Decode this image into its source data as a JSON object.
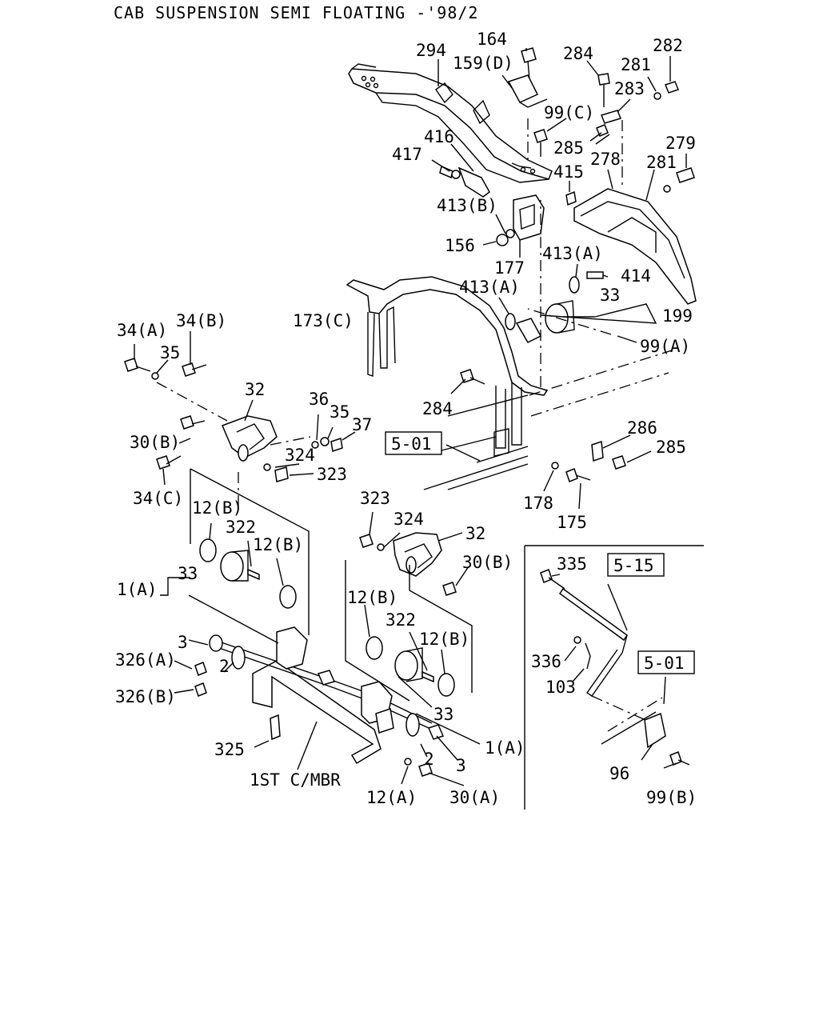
{
  "title": "CAB SUSPENSION SEMI FLOATING -'98/2",
  "labels": {
    "l_164": "164",
    "l_294": "294",
    "l_159d": "159(D)",
    "l_284a": "284",
    "l_282": "282",
    "l_281a": "281",
    "l_283": "283",
    "l_99c": "99(C)",
    "l_285a": "285",
    "l_416": "416",
    "l_417": "417",
    "l_279": "279",
    "l_278": "278",
    "l_281b": "281",
    "l_415": "415",
    "l_413b": "413(B)",
    "l_156": "156",
    "l_177": "177",
    "l_413a1": "413(A)",
    "l_414": "414",
    "l_413a2": "413(A)",
    "l_33a": "33",
    "l_199": "199",
    "l_173c": "173(C)",
    "l_99a": "99(A)",
    "l_34a": "34(A)",
    "l_34b": "34(B)",
    "l_35a": "35",
    "l_32a": "32",
    "l_36": "36",
    "l_35b": "35",
    "l_37": "37",
    "l_284b": "284",
    "l_286": "286",
    "l_285b": "285",
    "l_30b1": "30(B)",
    "l_324a": "324",
    "l_323a": "323",
    "l_34c": "34(C)",
    "l_178": "178",
    "l_175": "175",
    "l_12b1": "12(B)",
    "l_322a": "322",
    "l_12b2": "12(B)",
    "l_323b": "323",
    "l_324b": "324",
    "l_32b": "32",
    "l_33b": "33",
    "l_1a1": "1(A)",
    "l_30b2": "30(B)",
    "l_12b3": "12(B)",
    "l_322b": "322",
    "l_12b4": "12(B)",
    "l_3a": "3",
    "l_326a": "326(A)",
    "l_2a": "2",
    "l_326b": "326(B)",
    "l_33c": "33",
    "l_1a2": "1(A)",
    "l_325": "325",
    "l_2b": "2",
    "l_3b": "3",
    "l_1st": "1ST C/MBR",
    "l_12a": "12(A)",
    "l_30a": "30(A)",
    "l_335": "335",
    "l_336": "336",
    "l_103": "103",
    "l_96": "96",
    "l_99b": "99(B)"
  },
  "refs": {
    "ref_501a": "5-01",
    "ref_515": "5-15",
    "ref_501b": "5-01"
  }
}
